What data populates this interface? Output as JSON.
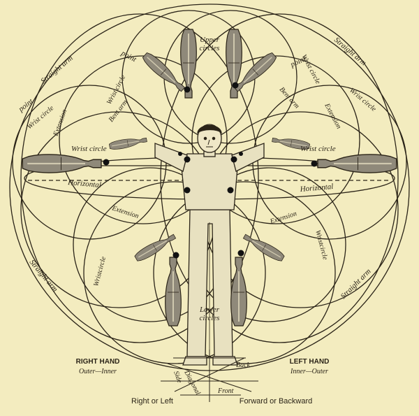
{
  "colors": {
    "paper": "#f3ecbf",
    "ink": "#2b2418",
    "club_fill": "#8f897a",
    "body_fill": "#e8e1c0"
  },
  "labels": {
    "upper_circles_l1": "Upper",
    "upper_circles_l2": "circles",
    "lower_circles_l1": "Lower",
    "lower_circles_l2": "circles",
    "straight_arm_tl": "Straight arm",
    "straight_arm_tr": "Straight arm",
    "straight_arm_bl": "Straight arm",
    "straight_arm_br": "Straight arm",
    "point_tl": "point",
    "point_tc": "point",
    "point_tr": "point",
    "wrist_circle_tl": "Wrist circle",
    "wrist_circle_tr": "Wrist circle",
    "wrist_circle_ul": "Wrist circle",
    "wrist_circle_ur": "Wrist circle",
    "wrist_circle_left": "Wrist circle",
    "wrist_circle_right": "Wrist circle",
    "wrist_circle_bl": "Wristcircle",
    "wrist_circle_br": "Wristcircle",
    "extension_tl": "Extension",
    "extension_tr": "Extension",
    "extension_bl": "Extension",
    "extension_br": "Extension",
    "bent_arm_l": "Bent arm",
    "bent_arm_r": "Bent arm",
    "horizontal_l": "Horizontal",
    "horizontal_r": "Horizontal",
    "right_hand": "RIGHT HAND",
    "right_hand_sub": "Outer—Inner",
    "left_hand": "LEFT HAND",
    "left_hand_sub": "Inner—Outer",
    "side": "Side",
    "diagonal": "Diagonal",
    "front": "Front",
    "back": "Back",
    "right_or_left": "Right or Left",
    "forward_or_backward": "Forward or Backward"
  }
}
